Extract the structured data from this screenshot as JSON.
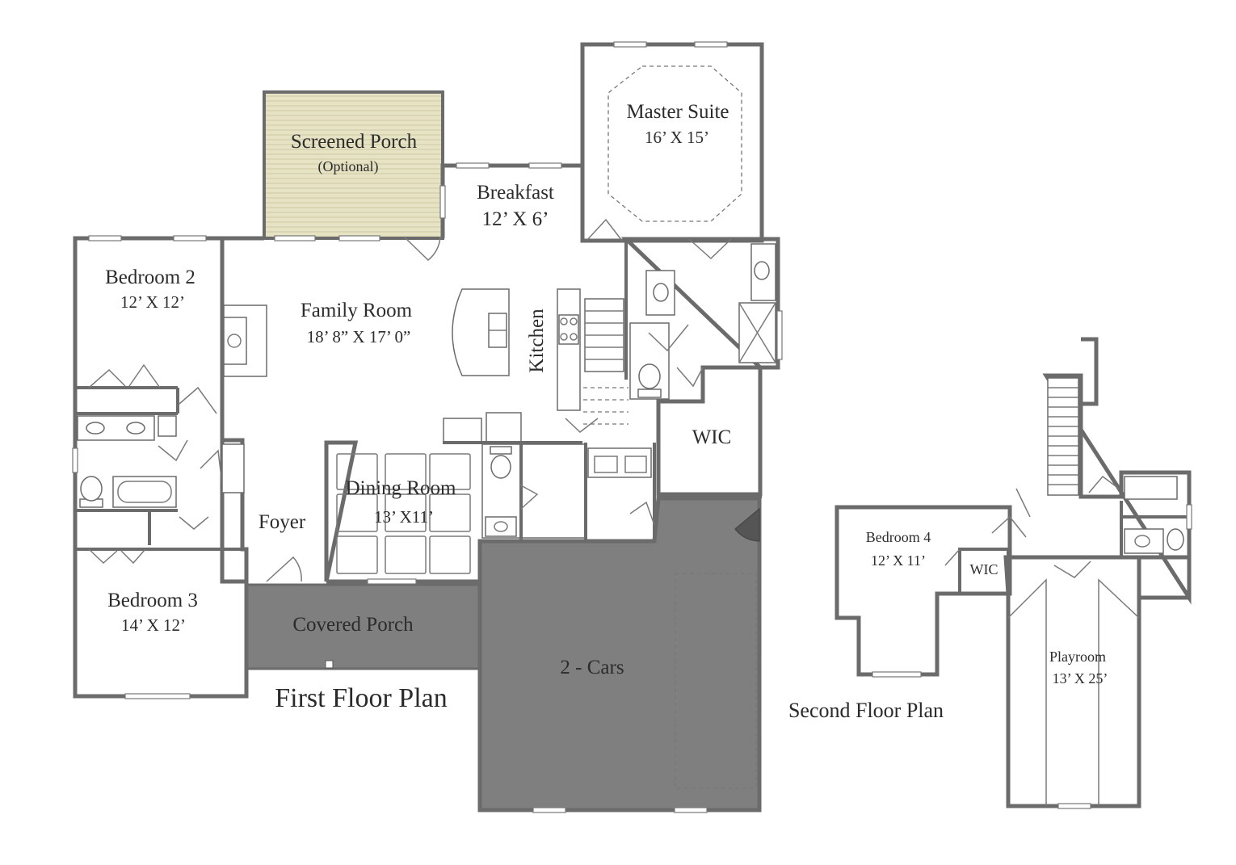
{
  "titles": {
    "first_floor": "First Floor Plan",
    "second_floor": "Second Floor Plan"
  },
  "rooms": {
    "screened_porch": {
      "name": "Screened Porch",
      "note": "(Optional)"
    },
    "breakfast": {
      "name": "Breakfast",
      "size": "12’ X 6’"
    },
    "master_suite": {
      "name": "Master Suite",
      "size": "16’ X 15’"
    },
    "bedroom2": {
      "name": "Bedroom 2",
      "size": "12’ X 12’"
    },
    "family_room": {
      "name": "Family Room",
      "size": "18’ 8” X 17’ 0”"
    },
    "kitchen": {
      "name": "Kitchen"
    },
    "wic_main": {
      "name": "WIC"
    },
    "dining_room": {
      "name": "Dining Room",
      "size": "13’ X11’"
    },
    "foyer": {
      "name": "Foyer"
    },
    "bedroom3": {
      "name": "Bedroom 3",
      "size": "14’ X 12’"
    },
    "covered_porch": {
      "name": "Covered Porch"
    },
    "garage": {
      "name": "2 - Cars"
    },
    "bedroom4": {
      "name": "Bedroom 4",
      "size": "12’ X 11’"
    },
    "wic_upper": {
      "name": "WIC"
    },
    "playroom": {
      "name": "Playroom",
      "size": "13’ X 25’"
    }
  },
  "colors": {
    "wall": "#6b6b6b",
    "screened_porch_fill": "#e6e2c4",
    "covered_area_fill": "#7f7f7f",
    "background": "#ffffff"
  }
}
